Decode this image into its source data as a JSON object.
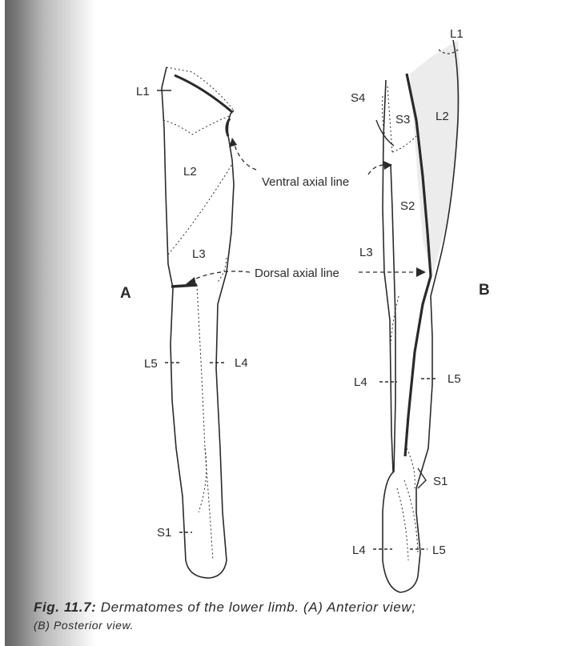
{
  "caption": {
    "fig": "Fig. 11.7:",
    "text_line1": "Dermatomes of the lower limb. (A) Anterior view;",
    "text_line2": "(B) Posterior view."
  },
  "views": {
    "a": "A",
    "b": "B"
  },
  "annotations": {
    "ventral_axial_line": "Ventral axial line",
    "dorsal_axial_line": "Dorsal axial line"
  },
  "anterior_labels": {
    "l1": "L1",
    "l2": "L2",
    "l3": "L3",
    "l4": "L4",
    "l5": "L5",
    "s1": "S1"
  },
  "posterior_labels": {
    "l1": "L1",
    "l2": "L2",
    "s3": "S3",
    "s4": "S4",
    "s2": "S2",
    "l3": "L3",
    "l4": "L4",
    "l5": "L5",
    "s1": "S1",
    "foot_l4": "L4",
    "foot_l5": "L5"
  },
  "colors": {
    "ink": "#2a2a2a",
    "shaded_region": "#ececec"
  }
}
